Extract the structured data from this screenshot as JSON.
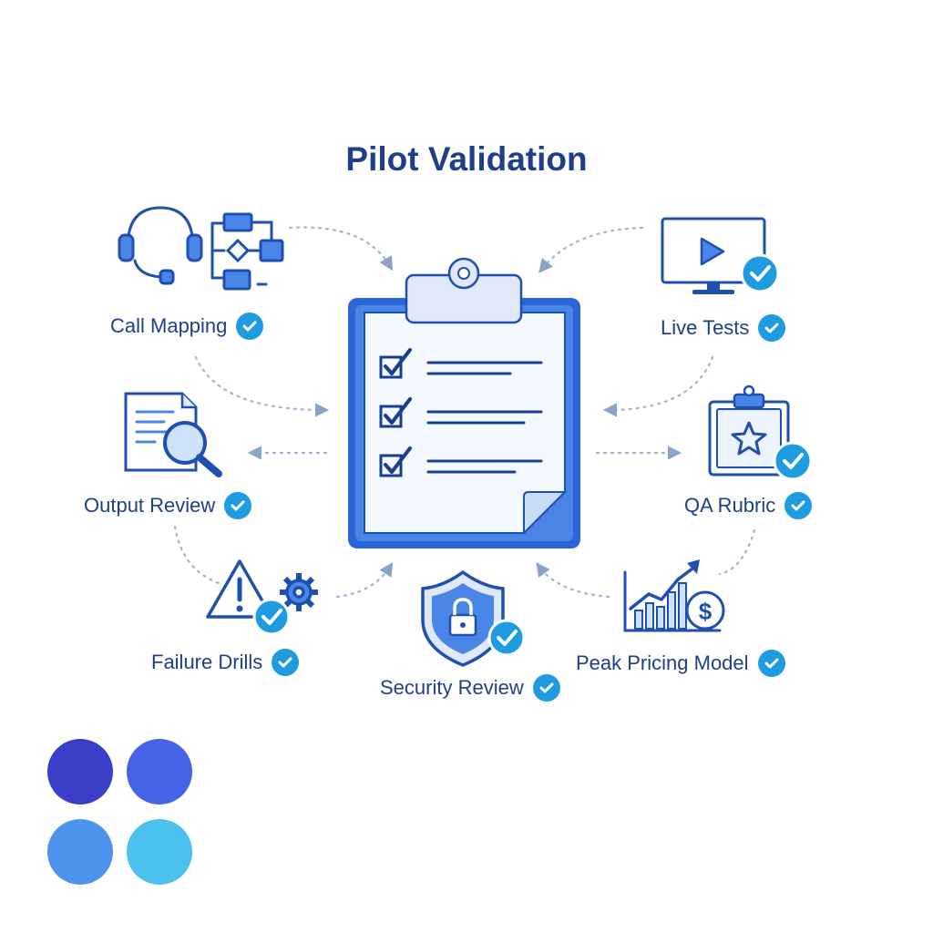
{
  "title": "Pilot Validation",
  "items": {
    "call_mapping": {
      "label": "Call Mapping",
      "icon": "headset-flowchart-icon"
    },
    "live_tests": {
      "label": "Live Tests",
      "icon": "monitor-play-icon"
    },
    "output_review": {
      "label": "Output Review",
      "icon": "document-magnifier-icon"
    },
    "qa_rubric": {
      "label": "QA Rubric",
      "icon": "clipboard-star-icon"
    },
    "failure_drills": {
      "label": "Failure Drills",
      "icon": "warning-gear-icon"
    },
    "security_review": {
      "label": "Security Review",
      "icon": "shield-lock-icon"
    },
    "peak_pricing_model": {
      "label": "Peak Pricing Model",
      "icon": "chart-dollar-icon"
    }
  },
  "center": {
    "icon": "clipboard-checklist-icon"
  },
  "palette": [
    "#3b3fc7",
    "#4563e6",
    "#4d93ec",
    "#4cc1ee"
  ],
  "colors": {
    "accent": "#2c66d6",
    "check": "#1f9be0",
    "text": "#1f3f8a"
  }
}
